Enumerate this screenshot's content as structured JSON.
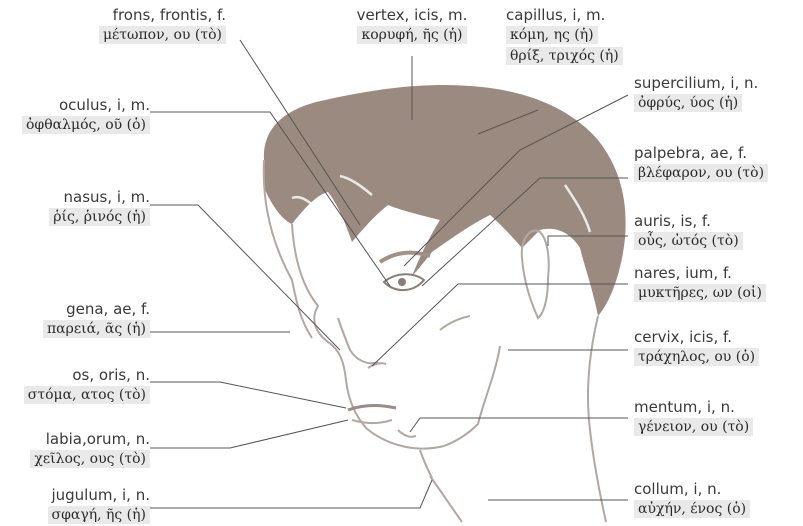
{
  "labels": {
    "frons": {
      "latin": "frons, frontis, f.",
      "greek": "μέτωπον, ου (τὸ)"
    },
    "vertex": {
      "latin": "vertex, icis, m.",
      "greek": "κορυφή, ῆς (ἡ)"
    },
    "capillus": {
      "latin": "capillus, i, m.",
      "greek": "κόμη, ης (ἡ)",
      "greek2": "θρίξ, τριχός (ἡ)"
    },
    "supercilium": {
      "latin": "supercilium, i, n.",
      "greek": "ὀφρύς, ύος (ἡ)"
    },
    "oculus": {
      "latin": "oculus, i, m.",
      "greek": "ὀφθαλμός, οῦ (ὁ)"
    },
    "palpebra": {
      "latin": "palpebra, ae, f.",
      "greek": "βλέφαρον, ου (τὸ)"
    },
    "nasus": {
      "latin": "nasus, i, m.",
      "greek": "ῥίς, ῥινός (ἡ)"
    },
    "auris": {
      "latin": "auris, is, f.",
      "greek": "οὖς, ὠτός (τὸ)"
    },
    "nares": {
      "latin": "nares, ium, f.",
      "greek": "μυκτῆρες, ων (οἱ)"
    },
    "gena": {
      "latin": "gena, ae, f.",
      "greek": "παρειά, ᾶς (ἡ)"
    },
    "cervix": {
      "latin": "cervix, icis, f.",
      "greek": "τράχηλος, ου (ὁ)"
    },
    "os": {
      "latin": "os, oris, n.",
      "greek": "στόμα, ατος (τὸ)"
    },
    "mentum": {
      "latin": "mentum, i, n.",
      "greek": "γένειον, ου (τὸ)"
    },
    "labia": {
      "latin": "labia,orum, n.",
      "greek": "χεῖλος, ους (τὸ)"
    },
    "jugulum": {
      "latin": "jugulum, i, n.",
      "greek": "σφαγή, ῆς (ἡ)"
    },
    "collum": {
      "latin": "collum, i, n.",
      "greek": "αὐχήν, ένος (ὁ)"
    }
  },
  "colors": {
    "hair": "#9b8a80",
    "line": "#555555",
    "face_line": "#b3a79f"
  }
}
